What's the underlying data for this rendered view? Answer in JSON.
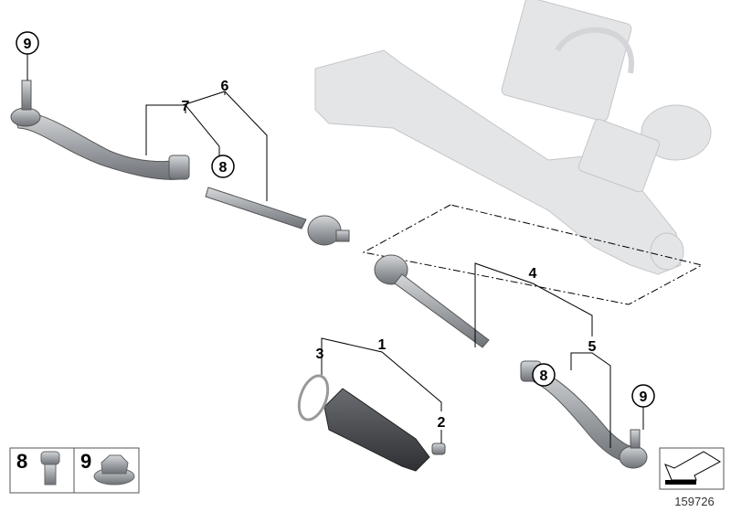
{
  "diagram": {
    "diagram_number": "159726",
    "callouts": {
      "c1": "1",
      "c2": "2",
      "c3": "3",
      "c4": "4",
      "c5": "5",
      "c6": "6",
      "c7": "7",
      "c8a": "8",
      "c8b": "8",
      "c9a": "9",
      "c9b": "9"
    },
    "legend": [
      {
        "number": "8",
        "part": "bolt-icon"
      },
      {
        "number": "9",
        "part": "flange-nut-icon"
      }
    ],
    "colors": {
      "part_gray": "#a9acb0",
      "ghost_gray": "#e2e3e5",
      "line": "#000000"
    }
  }
}
